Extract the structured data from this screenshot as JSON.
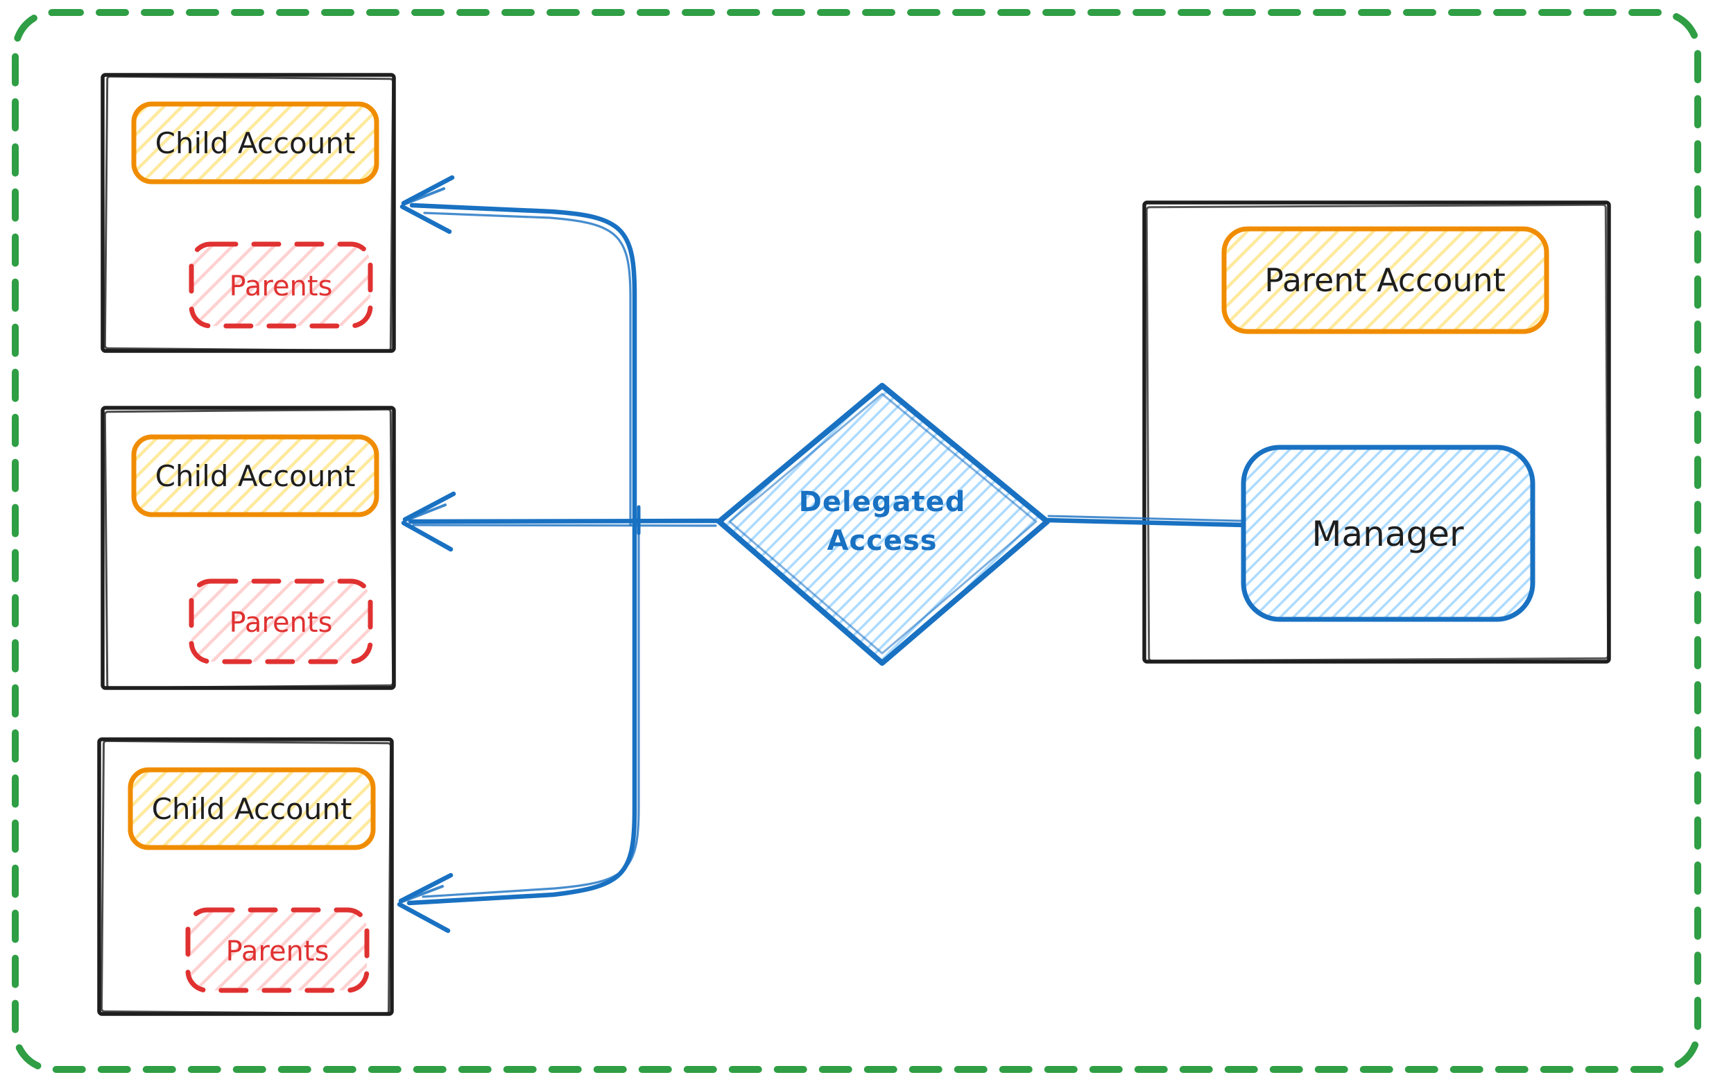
{
  "canvas": {
    "background": "#ffffff",
    "frame_color": "#2f9e44"
  },
  "nodes": {
    "children": [
      {
        "title": "Child Account",
        "members_label": "Parents"
      },
      {
        "title": "Child Account",
        "members_label": "Parents"
      },
      {
        "title": "Child Account",
        "members_label": "Parents"
      }
    ],
    "decision": {
      "line1": "Delegated",
      "line2": "Access"
    },
    "parent": {
      "title": "Parent Account",
      "role_label": "Manager"
    }
  },
  "colors": {
    "ink": "#1e1e1e",
    "accent_blue": "#1971c2",
    "accent_orange": "#f08c00",
    "accent_red": "#e03131",
    "accent_green": "#2f9e44",
    "hatch_yellow": "#ffd43b",
    "hatch_pink": "#ffc9c9",
    "hatch_blue": "#a5d8ff"
  }
}
